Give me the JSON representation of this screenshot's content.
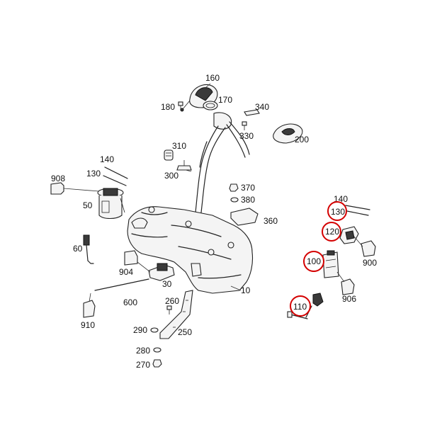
{
  "diagram": {
    "callouts": [
      "160",
      "170",
      "180",
      "340",
      "330",
      "200",
      "310",
      "300",
      "140",
      "130",
      "908",
      "50",
      "370",
      "380",
      "360",
      "60",
      "904",
      "30",
      "600",
      "910",
      "10",
      "260",
      "290",
      "250",
      "280",
      "270",
      "140",
      "130",
      "120",
      "100",
      "110",
      "900",
      "906"
    ],
    "highlighted": [
      "130",
      "120",
      "100",
      "110"
    ],
    "highlight_color": "#d40000"
  }
}
